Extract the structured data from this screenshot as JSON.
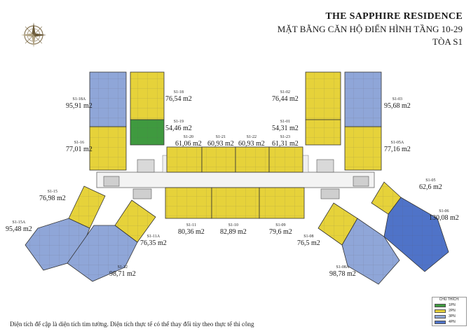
{
  "header": {
    "project": "THE SAPPHIRE RESIDENCE",
    "plan": "MẶT BẰNG CĂN HỘ ĐIỂN HÌNH TẦNG 10-29",
    "tower": "TÒA S1"
  },
  "colors": {
    "1PN": "#3f9a3f",
    "2PN": "#e6d23a",
    "3PN": "#8fa6d8",
    "4PN": "#4f73c8",
    "core": "#cfcfcf"
  },
  "units": [
    {
      "code": "S1-18A",
      "area": "95,91 m2",
      "type": "3PN"
    },
    {
      "code": "S1-18",
      "area": "76,54 m2",
      "type": "2PN"
    },
    {
      "code": "S1-19",
      "area": "54,46 m2",
      "type": "1PN"
    },
    {
      "code": "S1-16",
      "area": "77,01 m2",
      "type": "2PN"
    },
    {
      "code": "S1-20",
      "area": "61,06 m2",
      "type": "2PN"
    },
    {
      "code": "S1-21",
      "area": "60,93 m2",
      "type": "2PN"
    },
    {
      "code": "S1-22",
      "area": "60,93 m2",
      "type": "2PN"
    },
    {
      "code": "S1-23",
      "area": "61,31 m2",
      "type": "2PN"
    },
    {
      "code": "S1-02",
      "area": "76,44 m2",
      "type": "2PN"
    },
    {
      "code": "S1-03",
      "area": "95,68 m2",
      "type": "3PN"
    },
    {
      "code": "S1-01",
      "area": "54,31 m2",
      "type": "1PN"
    },
    {
      "code": "S1-05A",
      "area": "77,16 m2",
      "type": "2PN"
    },
    {
      "code": "S1-15",
      "area": "76,98 m2",
      "type": "2PN"
    },
    {
      "code": "S1-15A",
      "area": "95,48 m2",
      "type": "3PN"
    },
    {
      "code": "S1-11A",
      "area": "76,35 m2",
      "type": "2PN"
    },
    {
      "code": "S1-12",
      "area": "98,71 m2",
      "type": "3PN"
    },
    {
      "code": "S1-11",
      "area": "80,36 m2",
      "type": "2PN"
    },
    {
      "code": "S1-10",
      "area": "82,89 m2",
      "type": "2PN"
    },
    {
      "code": "S1-09",
      "area": "79,6 m2",
      "type": "2PN"
    },
    {
      "code": "S1-08",
      "area": "76,5 m2",
      "type": "2PN"
    },
    {
      "code": "S1-08A",
      "area": "98,78 m2",
      "type": "3PN"
    },
    {
      "code": "S1-05",
      "area": "62,6 m2",
      "type": "2PN"
    },
    {
      "code": "S1-06",
      "area": "130,08 m2",
      "type": "4PN"
    }
  ],
  "legend": {
    "title": "CHÚ THÍCH:",
    "items": [
      {
        "label": "1PN"
      },
      {
        "label": "2PN"
      },
      {
        "label": "3PN"
      },
      {
        "label": "4PN"
      }
    ]
  },
  "footnote": "Diện tích để cập là diện tích tim tường. Diện tích thực tế có thể thay đổi tùy theo thực tế thi công"
}
